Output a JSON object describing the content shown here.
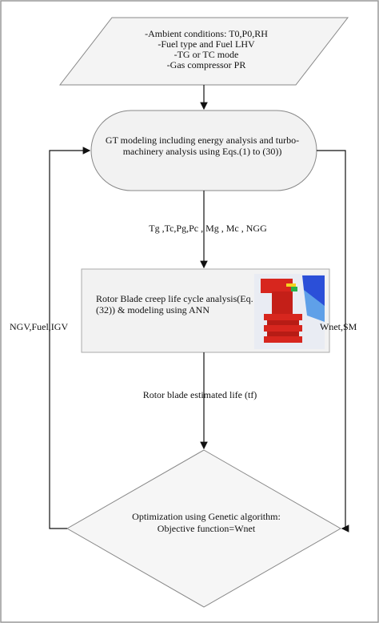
{
  "input_box": {
    "lines": [
      "-Ambient conditions: T0,P0,RH",
      "-Fuel type and Fuel LHV",
      "-TG or TC mode",
      "-Gas compressor PR"
    ]
  },
  "gt_modeling": {
    "text": "GT modeling including energy analysis and turbo-machinery analysis using Eqs.(1) to (30))"
  },
  "flow_label_1": "Tg ,Tc,Pg,Pc , Mg , Mc , NGG",
  "blade_box": {
    "text": "Rotor Blade creep life cycle analysis(Eq.(32)) & modeling using ANN"
  },
  "flow_label_2": "Rotor blade estimated life (tf)",
  "optimization": {
    "line1": "Optimization using Genetic algorithm:",
    "line2": "Objective function=Wnet"
  },
  "feedback_left": "NGV,Fuel,IGV",
  "feedback_right": "Wnet,SM",
  "colors": {
    "box_fill": "#f2f2f2",
    "stroke": "#777777",
    "arrow": "#111111",
    "blade_red": "#d7261e",
    "blade_blue": "#2b4fd8"
  }
}
